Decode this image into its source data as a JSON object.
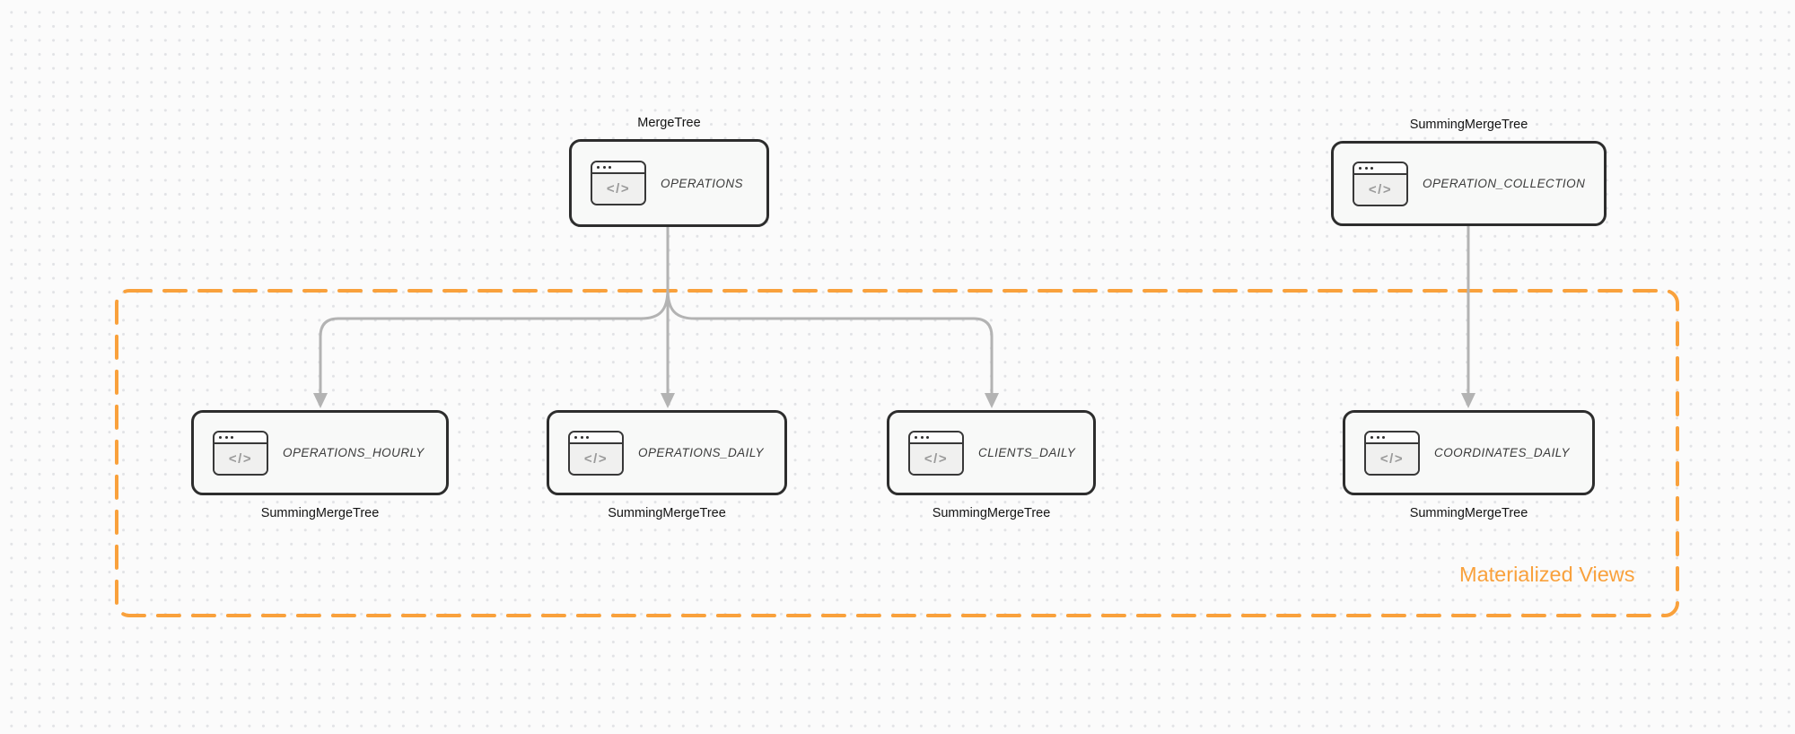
{
  "diagram": {
    "background_color": "#fbfbfb",
    "dot_grid_color": "#e2e3e6",
    "edge_color": "#b3b3b3",
    "node_border_color": "#2d2d2d",
    "node_fill_color": "#f8f9f8",
    "icons": {
      "code_glyph": "</>"
    },
    "group": {
      "label": "Materialized Views",
      "border_color": "#f9a13c"
    },
    "nodes": [
      {
        "id": "operations",
        "title": "OPERATIONS",
        "engine": "MergeTree",
        "engine_position": "top"
      },
      {
        "id": "operation-collection",
        "title": "OPERATION_COLLECTION",
        "engine": "SummingMergeTree",
        "engine_position": "top"
      },
      {
        "id": "operations-hourly",
        "title": "OPERATIONS_HOURLY",
        "engine": "SummingMergeTree",
        "engine_position": "bottom"
      },
      {
        "id": "operations-daily",
        "title": "OPERATIONS_DAILY",
        "engine": "SummingMergeTree",
        "engine_position": "bottom"
      },
      {
        "id": "clients-daily",
        "title": "CLIENTS_DAILY",
        "engine": "SummingMergeTree",
        "engine_position": "bottom"
      },
      {
        "id": "coordinates-daily",
        "title": "COORDINATES_DAILY",
        "engine": "SummingMergeTree",
        "engine_position": "bottom"
      }
    ]
  }
}
